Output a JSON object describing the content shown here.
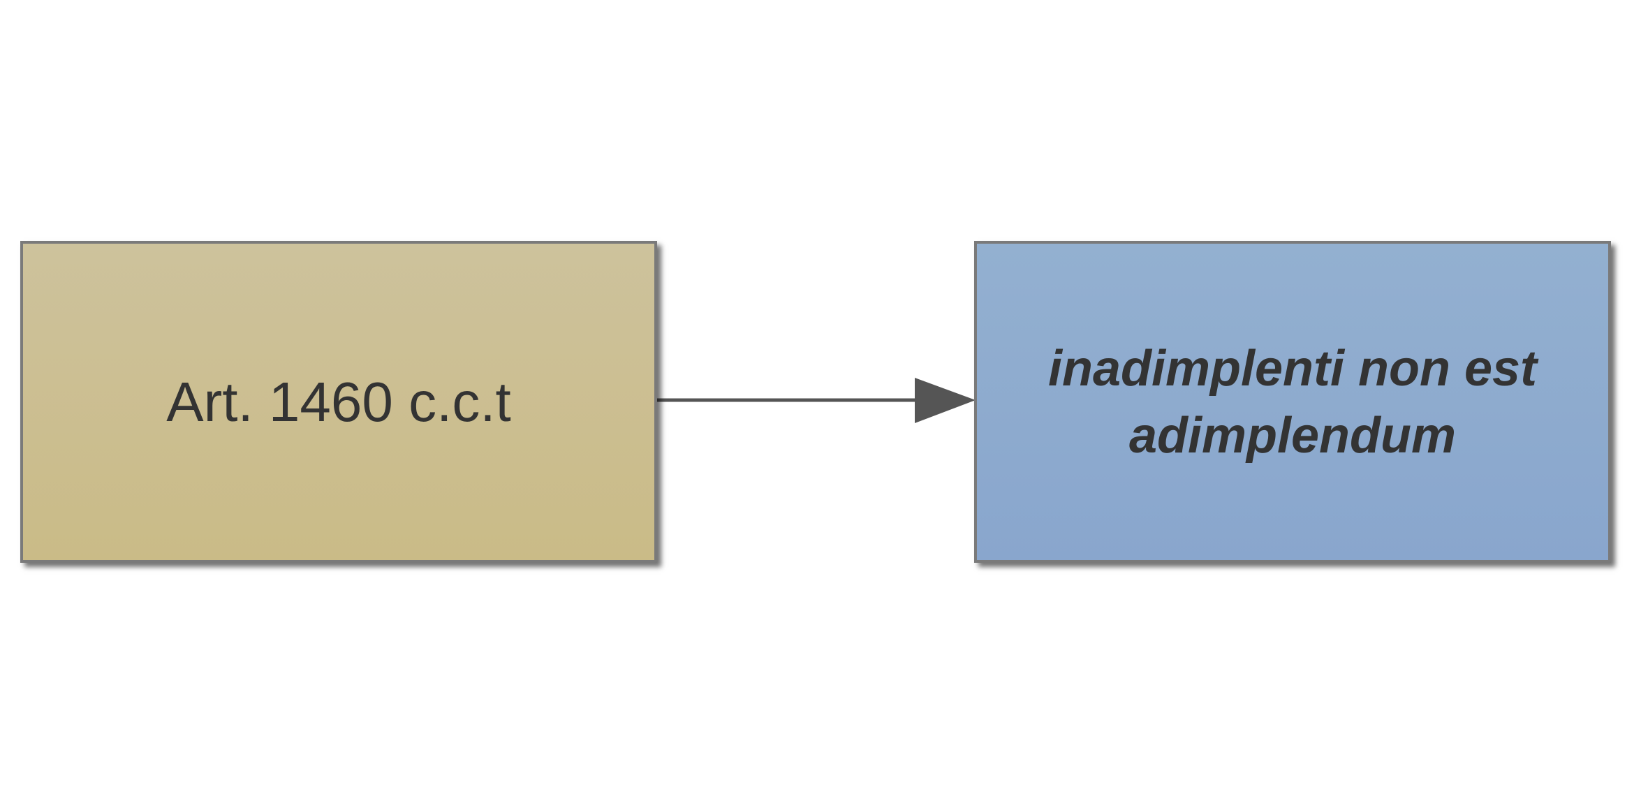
{
  "diagram": {
    "nodes": [
      {
        "id": "source",
        "label": "Art. 1460 c.c.t",
        "fill": "#ccbe91"
      },
      {
        "id": "target",
        "label": "inadimplenti non est adimplendum",
        "fill": "#8eabcf"
      }
    ],
    "edges": [
      {
        "from": "source",
        "to": "target",
        "color": "#555555"
      }
    ]
  }
}
